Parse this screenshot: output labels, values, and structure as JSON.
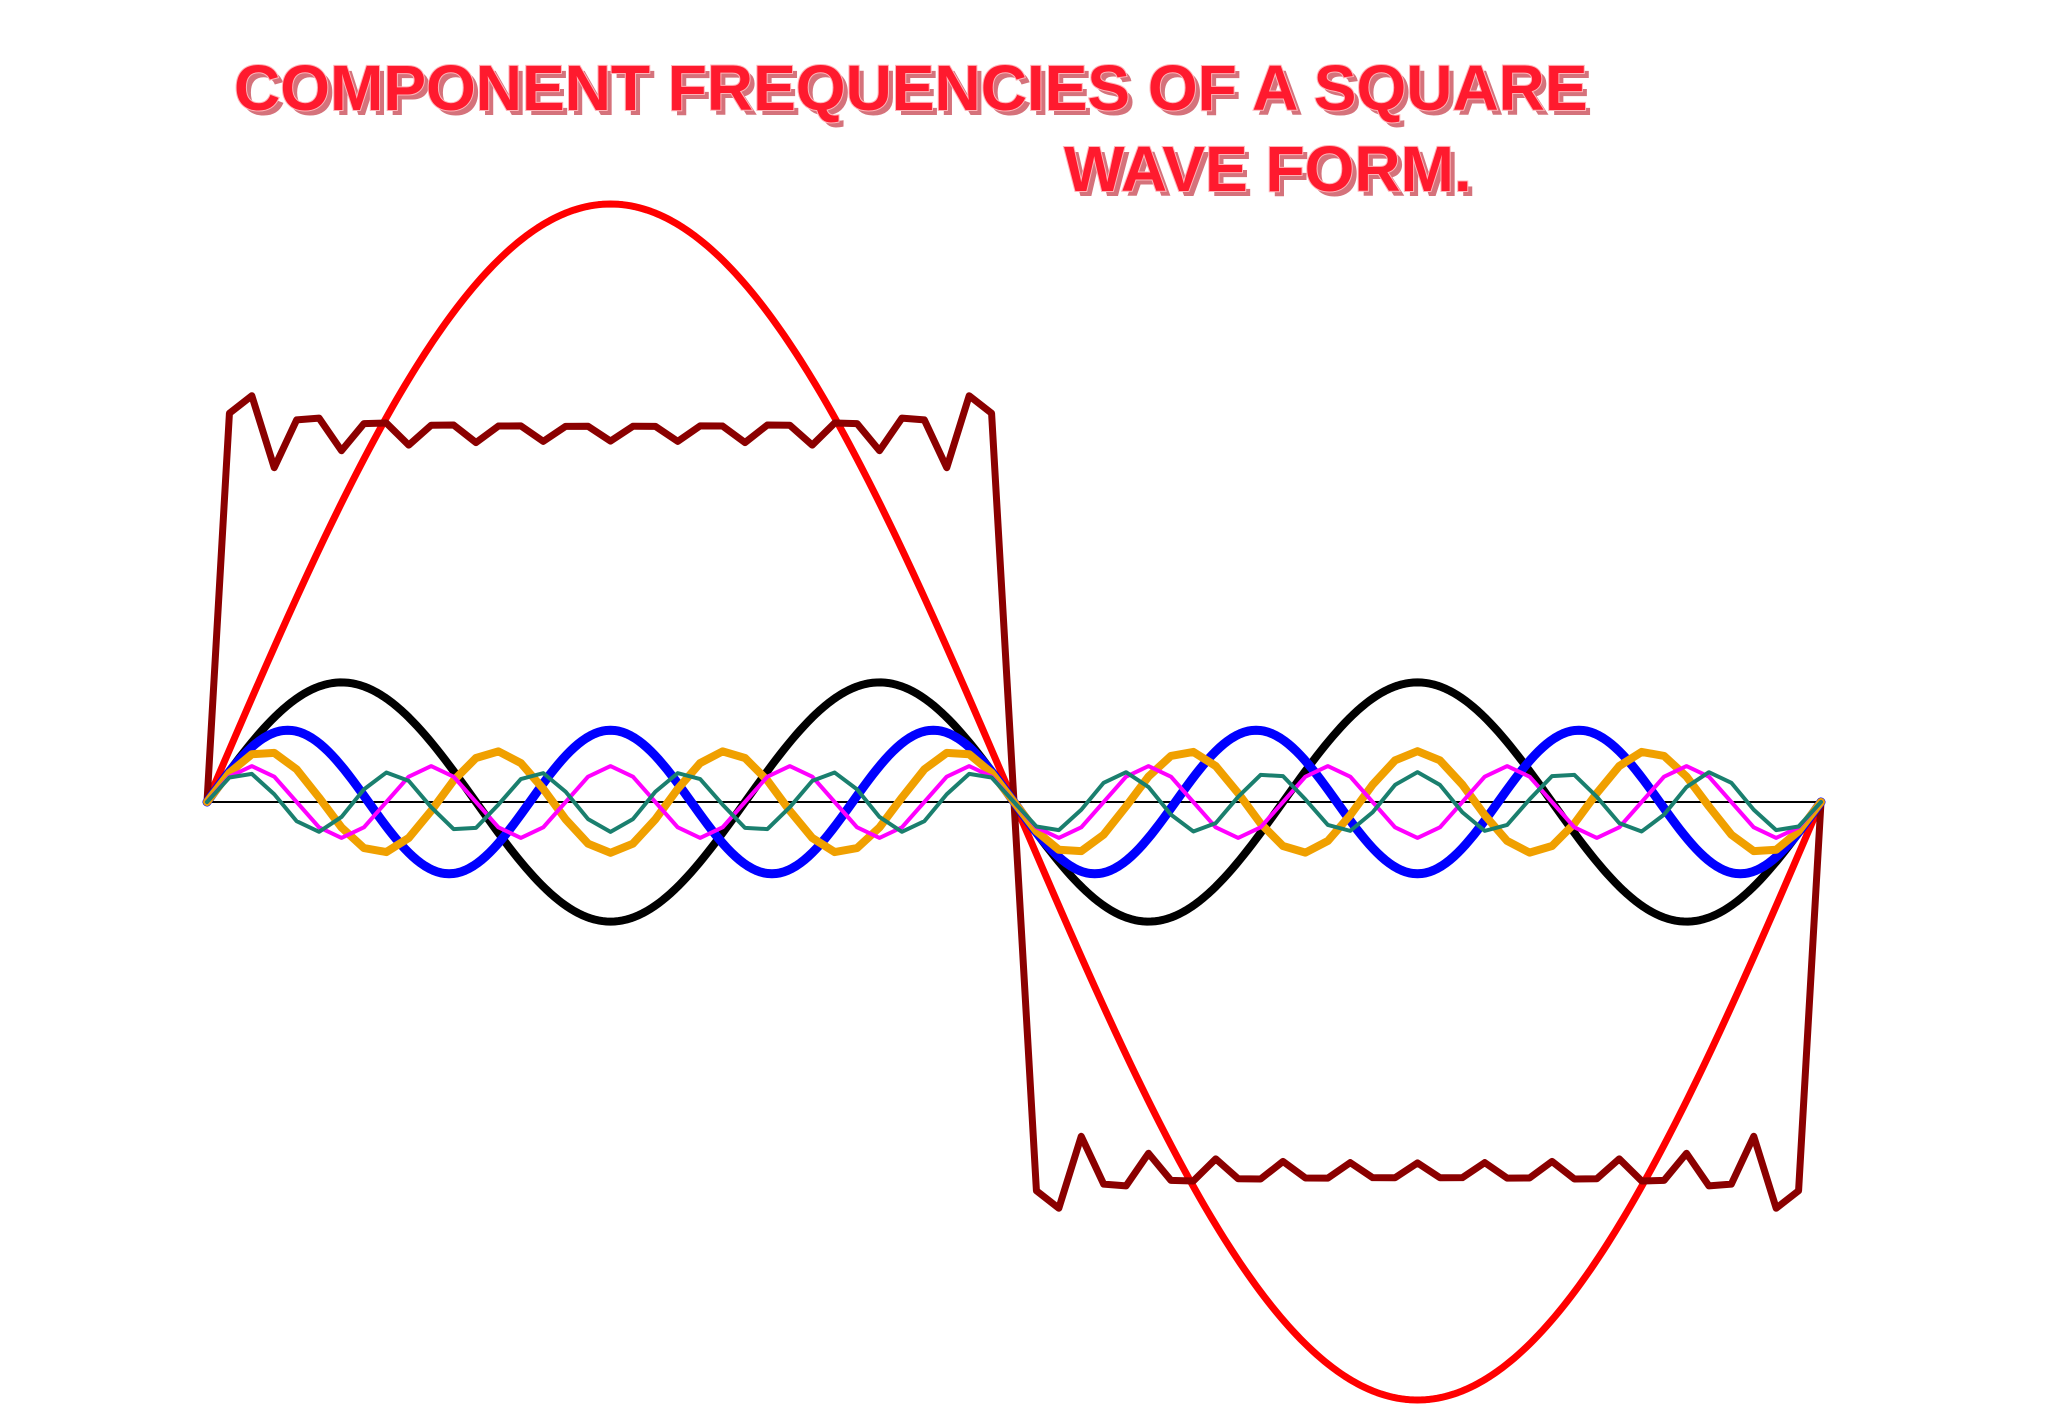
{
  "chart_data": {
    "type": "line",
    "title_line1": "COMPONENT FREQUENCIES OF  A SQUARE",
    "title_line2": "WAVE FORM.",
    "title_color": "#ff1a2e",
    "x": {
      "min": 0,
      "max": 1,
      "unit": "period"
    },
    "ylim": [
      -1.25,
      1.25
    ],
    "baseline": {
      "value": 0,
      "color": "#000000"
    },
    "series": [
      {
        "harmonic": 1,
        "amplitude": 1.0,
        "color": "#ff0000",
        "style": "smooth"
      },
      {
        "harmonic": 3,
        "amplitude": 0.2,
        "color": "#000000",
        "style": "smooth"
      },
      {
        "harmonic": 5,
        "amplitude": 0.12,
        "color": "#0000ff",
        "style": "smooth"
      },
      {
        "harmonic": 7,
        "amplitude": 0.085,
        "color": "#f0a000",
        "style": "sampled"
      },
      {
        "harmonic": 9,
        "amplitude": 0.06,
        "color": "#ff00ff",
        "style": "sampled"
      },
      {
        "harmonic": 11,
        "amplitude": 0.05,
        "color": "#1a7f6e",
        "style": "sampled"
      },
      {
        "sum": "fourier_square",
        "harmonics": [
          1,
          3,
          5,
          7,
          9,
          11,
          13,
          15,
          17,
          19,
          21,
          23
        ],
        "level": 0.62,
        "color": "#8b0000",
        "style": "sampled"
      }
    ]
  }
}
